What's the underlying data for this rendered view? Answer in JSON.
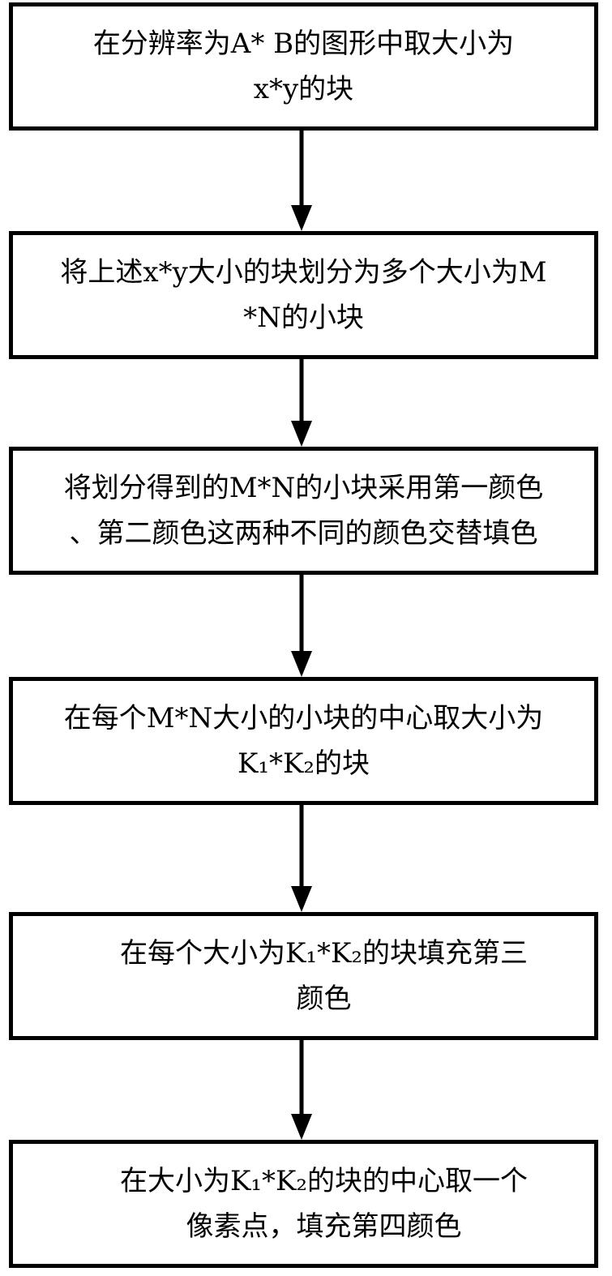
{
  "steps": [
    {
      "line1": "在分辨率为A* B的图形中取大小为",
      "line2": "x*y的块"
    },
    {
      "line1": "将上述x*y大小的块划分为多个大小为M",
      "line2": "*N的小块"
    },
    {
      "line1": "将划分得到的M*N的小块采用第一颜色",
      "line2": "、第二颜色这两种不同的颜色交替填色"
    },
    {
      "line1": "在每个M*N大小的小块的中心取大小为",
      "line2": "K₁*K₂的块"
    },
    {
      "line1": "在每个大小为K₁*K₂的块填充第三",
      "line2": "颜色"
    },
    {
      "line1": "在大小为K₁*K₂的块的中心取一个",
      "line2": "像素点，填充第四颜色"
    }
  ]
}
